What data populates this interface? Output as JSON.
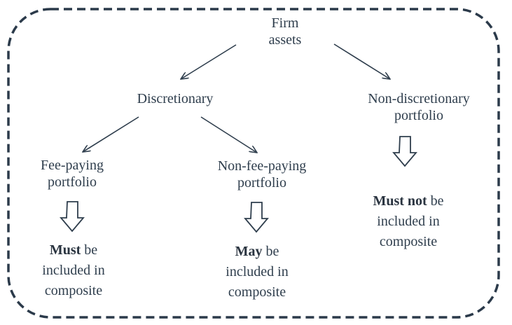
{
  "nodes": {
    "firm_assets": {
      "line1": "Firm",
      "line2": "assets"
    },
    "discretionary": "Discretionary",
    "non_discretionary": {
      "line1": "Non-discretionary",
      "line2": "portfolio"
    },
    "fee_paying": {
      "line1": "Fee-paying",
      "line2": "portfolio"
    },
    "non_fee_paying": {
      "line1": "Non-fee-paying",
      "line2": "portfolio"
    }
  },
  "outcomes": {
    "fee_paying": {
      "bold": "Must",
      "rest1": " be",
      "line2": "included in",
      "line3": "composite"
    },
    "non_fee_paying": {
      "bold": "May",
      "rest1": " be",
      "line2": "included in",
      "line3": "composite"
    },
    "non_discretionary": {
      "bold": "Must not",
      "rest1": " be",
      "line2": "included in",
      "line3": "composite"
    }
  },
  "colors": {
    "border": "#2b3a4a",
    "arrow": "#2f3e4d",
    "text": "#2f3e4d"
  }
}
